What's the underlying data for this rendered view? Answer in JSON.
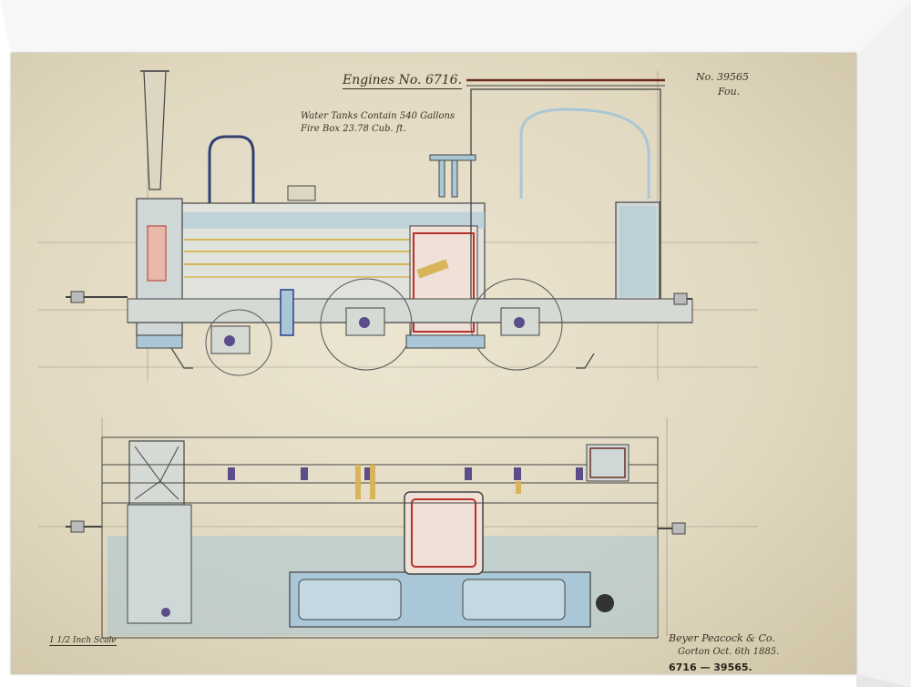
{
  "header": {
    "title": "Engines No. 6716.",
    "water_tanks": "Water Tanks Contain 540 Gallons",
    "fire_box": "Fire Box 23.78 Cub. ft.",
    "number": "No. 39565",
    "sub_number": "Fou."
  },
  "footer": {
    "scale": "1 1/2 Inch Scale",
    "maker": "Beyer Peacock & Co.",
    "place_date": "Gorton Oct. 6th 1885.",
    "drawing_number": "6716 — 39565."
  },
  "colors": {
    "paper": "#e4dcc4",
    "ink": "#4a4a4a",
    "blue_wash": "#a9c7d6",
    "red_line": "#b8322c",
    "brass": "#d8b45a",
    "purple": "#5b4c8a"
  }
}
